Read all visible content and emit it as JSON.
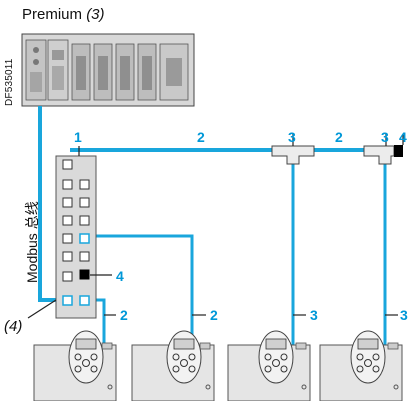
{
  "header": {
    "plc_name": "Premium",
    "plc_ref": "(3)"
  },
  "side": {
    "doc_code": "DF535011",
    "bus_label": "Modbus 总线",
    "hub_ref": "(4)"
  },
  "callouts": {
    "hub": "1",
    "cable_top_left": "2",
    "cable_top_mid": "2",
    "tee_1": "3",
    "tee_2": "3",
    "terminator": "4",
    "hub_terminator": "4",
    "drop_1": "2",
    "drop_2": "2",
    "drop_3": "3",
    "drop_4": "3"
  },
  "colors": {
    "cable": "#19a6dc",
    "callout": "#0098d8",
    "device_fill": "#e5e5e5",
    "device_stroke": "#555555"
  }
}
